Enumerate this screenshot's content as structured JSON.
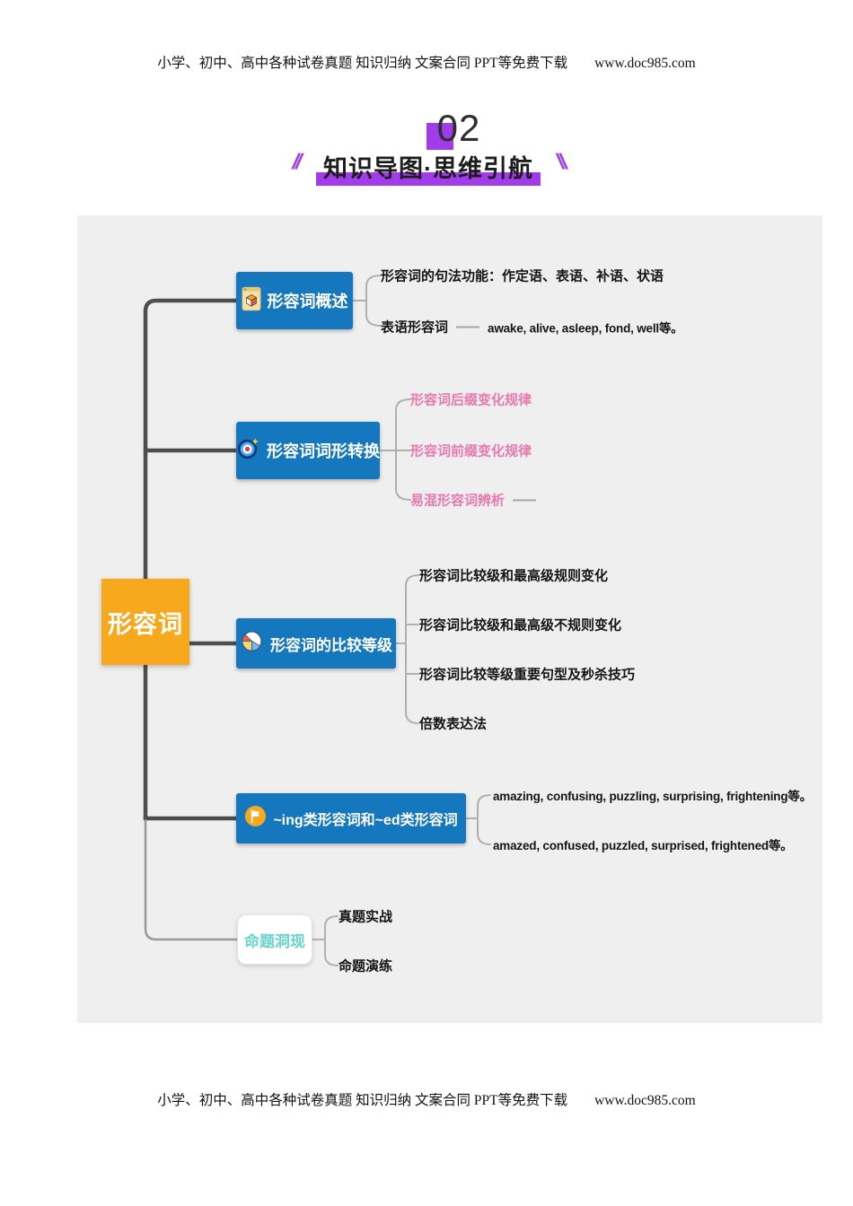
{
  "header": {
    "text": "小学、初中、高中各种试卷真题 知识归纳  文案合同  PPT等免费下载",
    "url": "www.doc985.com"
  },
  "footer": {
    "text": "小学、初中、高中各种试卷真题 知识归纳  文案合同  PPT等免费下载",
    "url": "www.doc985.com"
  },
  "section": {
    "number": "02",
    "title": "知识导图·思维引航",
    "slash_left": "//",
    "slash_right": "\\\\"
  },
  "mindmap": {
    "root": {
      "label": "形容词"
    },
    "branches": [
      {
        "label": "形容词概述",
        "icon": "cube-card-icon",
        "children": [
          {
            "label": "形容词的句法功能：作定语、表语、补语、状语"
          },
          {
            "label": "表语形容词",
            "detail": "awake, alive, asleep, fond, well等。"
          }
        ]
      },
      {
        "label": "形容词词形转换",
        "icon": "target-icon",
        "children": [
          {
            "label": "形容词后缀变化规律"
          },
          {
            "label": "形容词前缀变化规律"
          },
          {
            "label": "易混形容词辨析"
          }
        ]
      },
      {
        "label": "形容词的比较等级",
        "icon": "pie-chart-icon",
        "children": [
          {
            "label": "形容词比较级和最高级规则变化"
          },
          {
            "label": "形容词比较级和最高级不规则变化"
          },
          {
            "label": "形容词比较等级重要句型及秒杀技巧"
          },
          {
            "label": "倍数表达法"
          }
        ]
      },
      {
        "label": "~ing类形容词和~ed类形容词",
        "icon": "flag-icon",
        "children": [
          {
            "label": "amazing, confusing, puzzling, surprising, frightening等。"
          },
          {
            "label": "amazed, confused, puzzled, surprised, frightened等。"
          }
        ]
      },
      {
        "label": "命题洞现",
        "icon": "none",
        "children": [
          {
            "label": "真题实战"
          },
          {
            "label": "命题演练"
          }
        ]
      }
    ]
  },
  "colors": {
    "branch_blue": "#1577BD",
    "root_orange": "#F8A81D",
    "accent_purple": "#A23BEA",
    "pink_text": "#E779AE",
    "teal_text": "#67D5CC",
    "map_background": "#EFEFEF",
    "trunk_line": "#4D4D4D",
    "sub_line": "#B0B0B0"
  }
}
